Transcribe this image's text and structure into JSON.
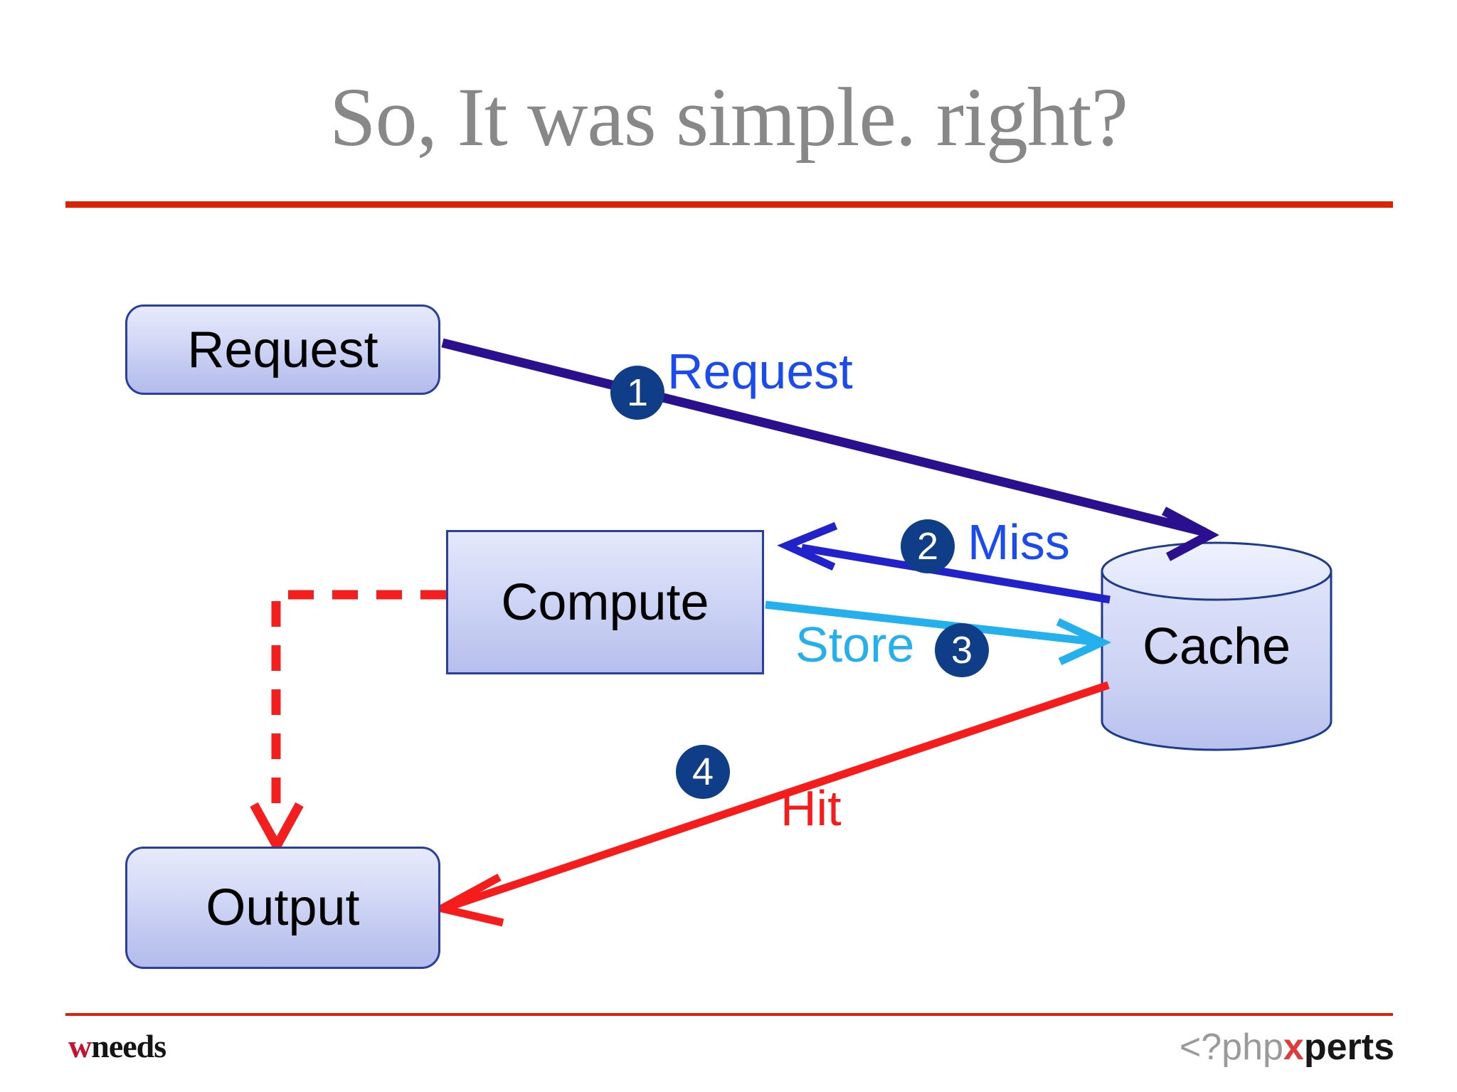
{
  "slide": {
    "title": "So, It was simple. right?",
    "background": "#ffffff",
    "rule_color": "#dd2200"
  },
  "footer": {
    "left_logo": {
      "accent": "w",
      "accent_color": "#c8102e",
      "rest": "needs",
      "rest_color": "#141414"
    },
    "right_logo": {
      "prefix": "<?php",
      "prefix_color": "#9a9a9a",
      "accent": "x",
      "accent_color": "#e03a3a",
      "suffix": "perts",
      "suffix_color": "#171717"
    }
  },
  "diagram": {
    "type": "flow",
    "nodes": [
      {
        "id": "request",
        "label": "Request",
        "shape": "rounded-rect"
      },
      {
        "id": "compute",
        "label": "Compute",
        "shape": "rect"
      },
      {
        "id": "cache",
        "label": "Cache",
        "shape": "cylinder"
      },
      {
        "id": "output",
        "label": "Output",
        "shape": "rounded-rect"
      }
    ],
    "edges": [
      {
        "step": "1",
        "label": "Request",
        "from": "request",
        "to": "cache",
        "color": "#2a0f8f",
        "style": "solid"
      },
      {
        "step": "2",
        "label": "Miss",
        "from": "cache",
        "to": "compute",
        "color": "#2222cc",
        "style": "solid"
      },
      {
        "step": "3",
        "label": "Store",
        "from": "compute",
        "to": "cache",
        "color": "#23b0ec",
        "style": "solid"
      },
      {
        "step": "4",
        "label": "Hit",
        "from": "cache",
        "to": "output",
        "color": "#f71c1c",
        "style": "solid"
      },
      {
        "step": "",
        "label": "",
        "from": "compute",
        "to": "output",
        "color": "#f41e1e",
        "style": "dashed"
      }
    ],
    "colors": {
      "node_border": "#2a3e9e",
      "node_fill_top": "#e7eafb",
      "node_fill_bottom": "#b3bcec",
      "badge_fill": "#0f3d87",
      "badge_text": "#ffffff",
      "label_blue": "#1a4bf0",
      "label_cyan": "#23b0ec",
      "label_red": "#f71c1c"
    }
  }
}
